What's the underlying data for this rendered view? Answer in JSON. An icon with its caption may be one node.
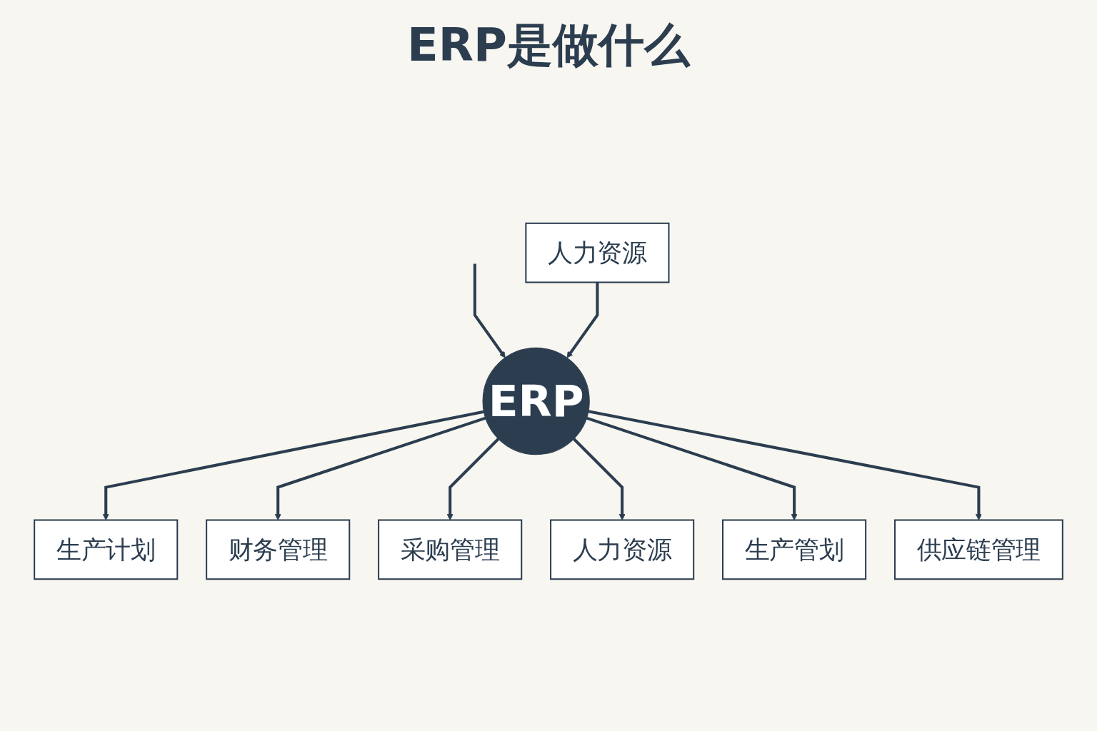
{
  "diagram": {
    "title": "ERP是做什么",
    "nodes": [
      {
        "text": [
          "ERP"
        ]
      },
      {
        "text": [
          "生产计划"
        ]
      },
      {
        "text": [
          "财务管理"
        ]
      },
      {
        "text": [
          "采购管理"
        ]
      },
      {
        "text": [
          "人力资源"
        ]
      },
      {
        "text": [
          "生产管划"
        ]
      },
      {
        "text": [
          "人力资源"
        ]
      },
      {
        "text": [
          "供应链管理"
        ]
      }
    ],
    "edges": [
      {
        "from": null,
        "to": 0,
        "arrow": "to"
      },
      {
        "from": 0,
        "to": 1,
        "arrow": "to"
      },
      {
        "from": 0,
        "to": 2,
        "arrow": "to"
      },
      {
        "from": 0,
        "to": 3,
        "arrow": "to"
      },
      {
        "from": 0,
        "to": 4,
        "arrow": "to"
      },
      {
        "from": 0,
        "to": 5,
        "arrow": "to"
      },
      {
        "from": 6,
        "to": 0,
        "arrow": "to"
      },
      {
        "from": 0,
        "to": 7,
        "arrow": "to"
      }
    ]
  }
}
